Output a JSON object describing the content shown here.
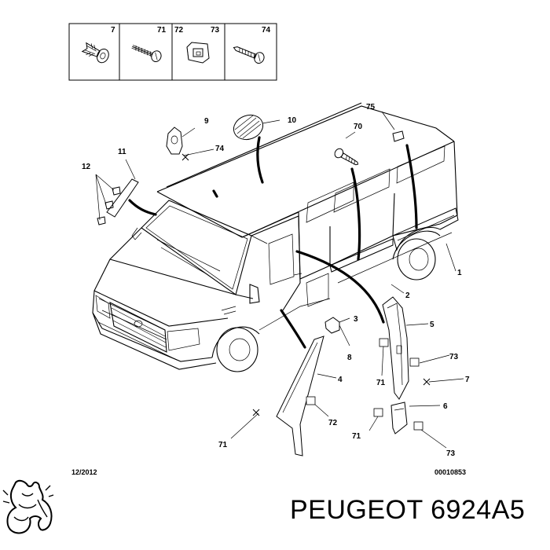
{
  "legend_box": {
    "cells": [
      "7",
      "71",
      "72",
      "73",
      "74"
    ]
  },
  "callouts": {
    "c1": "1",
    "c2": "2",
    "c3": "3",
    "c4": "4",
    "c5": "5",
    "c6": "6",
    "c7": "7",
    "c8": "8",
    "c9": "9",
    "c10": "10",
    "c11": "11",
    "c12": "12",
    "c70": "70",
    "c71a": "71",
    "c71b": "71",
    "c71c": "71",
    "c72": "72",
    "c73a": "73",
    "c73b": "73",
    "c74": "74",
    "c75": "75"
  },
  "footer": {
    "date": "12/2012",
    "ref": "00010853"
  },
  "brand": {
    "logo": "peugeot-lion-logo",
    "caption": "PEUGEOT 6924A5"
  }
}
